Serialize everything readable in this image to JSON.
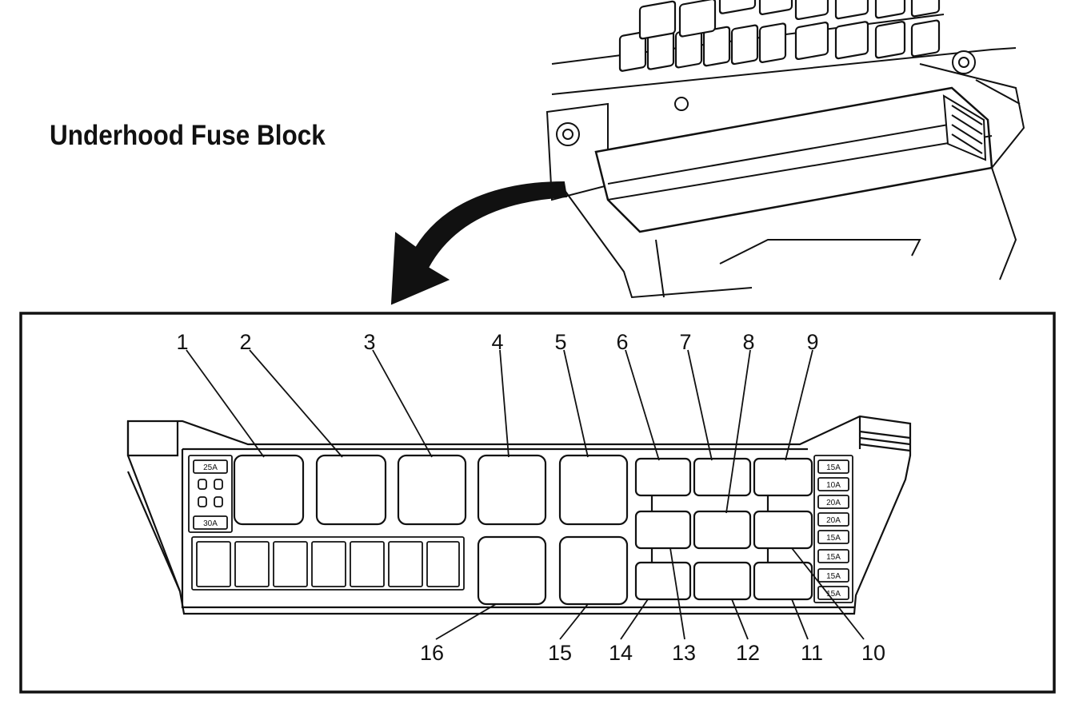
{
  "title": "Underhood Fuse Block",
  "callouts": [
    "1",
    "2",
    "3",
    "4",
    "5",
    "6",
    "7",
    "8",
    "9",
    "10",
    "11",
    "12",
    "13",
    "14",
    "15",
    "16"
  ],
  "left_fuse_ratings": [
    "25A",
    "30A"
  ],
  "right_fuse_ratings": [
    "15A",
    "10A",
    "20A",
    "20A",
    "15A",
    "15A",
    "15A",
    "15A"
  ]
}
